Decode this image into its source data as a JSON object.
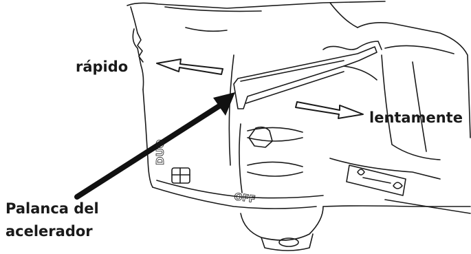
{
  "labels": {
    "fast": "rápido",
    "slow": "lentamente",
    "throttle_lever_line1": "Palanca del",
    "throttle_lever_line2": "acelerador"
  },
  "engine_markings": {
    "block_text": "OFF",
    "side_brand": "DUO"
  },
  "colors": {
    "line": "#1a1a1a",
    "fill": "#ffffff",
    "pointer": "#111111"
  }
}
